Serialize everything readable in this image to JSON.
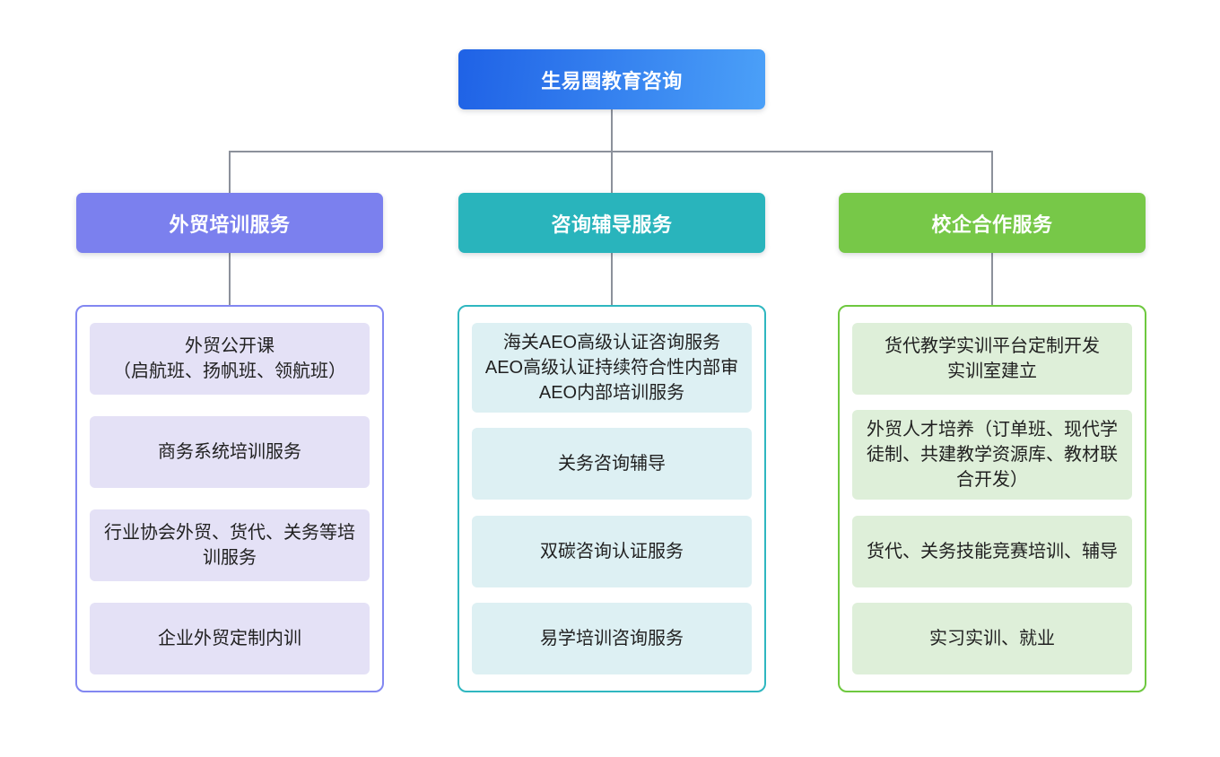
{
  "root": {
    "label": "生易圈教育咨询"
  },
  "branches": [
    {
      "label": "外贸培训服务",
      "items": [
        "外贸公开课\n（启航班、扬帆班、领航班）",
        "商务系统培训服务",
        "行业协会外贸、货代、关务等培训服务",
        "企业外贸定制内训"
      ]
    },
    {
      "label": "咨询辅导服务",
      "items": [
        "海关AEO高级认证咨询服务\nAEO高级认证持续符合性内部审\nAEO内部培训服务",
        "关务咨询辅导",
        "双碳咨询认证服务",
        "易学培训咨询服务"
      ]
    },
    {
      "label": "校企合作服务",
      "items": [
        "货代教学实训平台定制开发\n实训室建立",
        "外贸人才培养（订单班、现代学徒制、共建教学资源库、教材联合开发）",
        "货代、关务技能竞赛培训、辅导",
        "实习实训、就业"
      ]
    }
  ],
  "colors": {
    "root_gradient_start": "#1f62e6",
    "root_gradient_end": "#4ba0f8",
    "branch1": "#7b80ee",
    "branch2": "#29b4bc",
    "branch3": "#77c848",
    "container1_border": "#8287f1",
    "container2_border": "#2fb7c0",
    "container3_border": "#6ec83f",
    "item1_bg": "#e4e1f6",
    "item2_bg": "#ddf0f3",
    "item3_bg": "#deefd9",
    "connector": "#8c919b"
  }
}
